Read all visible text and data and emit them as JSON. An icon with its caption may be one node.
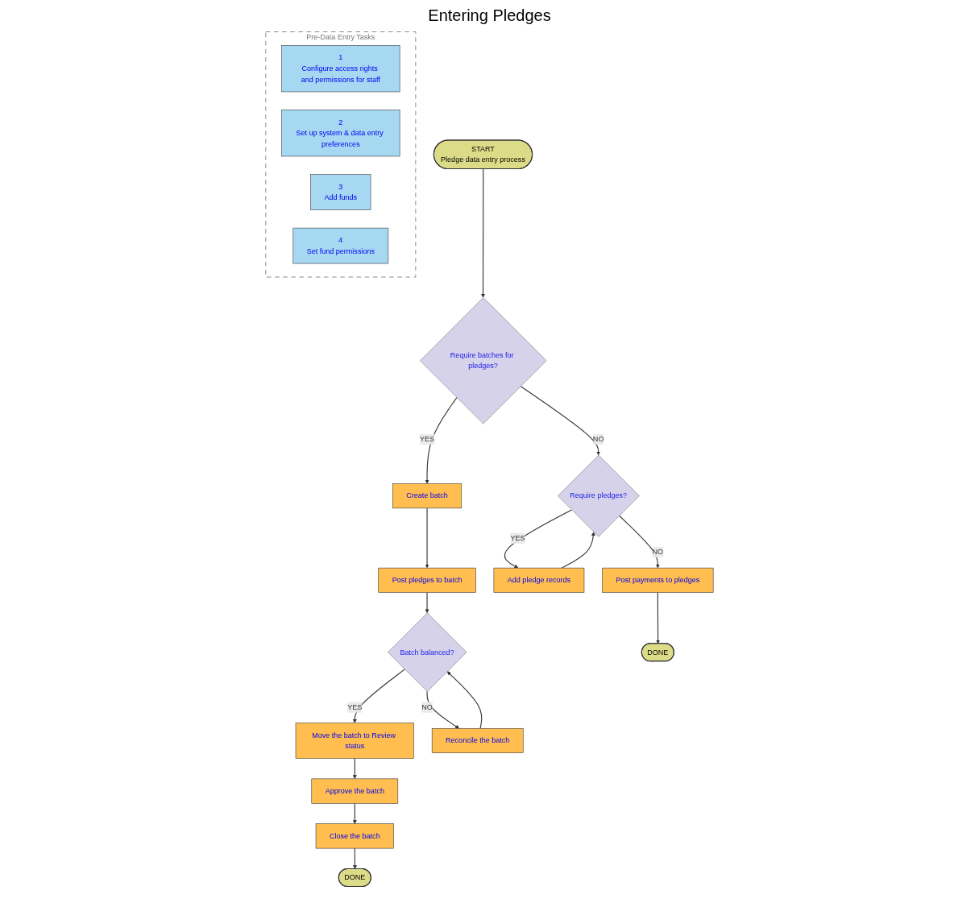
{
  "diagram": {
    "title": "Entering Pledges",
    "nodes": [
      {
        "text": [
          "Pre-Data Entry Tasks"
        ]
      },
      {
        "text": [
          "1",
          "Configure access rights and permissions for staff"
        ],
        "in": 0
      },
      {
        "text": [
          "2",
          "Set up system & data entry preferences"
        ],
        "in": 0
      },
      {
        "text": [
          "3",
          "Add funds"
        ],
        "in": 0
      },
      {
        "text": [
          "4",
          "Set fund permissions"
        ],
        "in": 0
      },
      {
        "text": [
          "START",
          "Pledge data entry process"
        ]
      },
      {
        "text": [
          "Require batches for pledges?"
        ]
      },
      {
        "text": [
          "Create batch"
        ]
      },
      {
        "text": [
          "Post pledges to batch"
        ]
      },
      {
        "text": [
          "Require pledges?"
        ]
      },
      {
        "text": [
          "Add pledge records"
        ]
      },
      {
        "text": [
          "Batch balanced?"
        ]
      },
      {
        "text": [
          "Move the batch to Review status"
        ]
      },
      {
        "text": [
          "Post payments to pledges"
        ]
      },
      {
        "text": [
          "Reconcile the batch"
        ]
      },
      {
        "text": [
          "Approve the batch"
        ]
      },
      {
        "text": [
          "DONE"
        ]
      },
      {
        "text": [
          "Close the batch"
        ]
      },
      {
        "text": [
          "DONE"
        ]
      }
    ],
    "edges": [
      {
        "from": 5,
        "to": 6,
        "arrow": "to"
      },
      {
        "from": 6,
        "to": 7,
        "arrow": "to",
        "label": "YES"
      },
      {
        "from": 6,
        "to": 9,
        "arrow": "to",
        "label": "NO"
      },
      {
        "from": 9,
        "to": 10,
        "arrow": "to",
        "label": "YES"
      },
      {
        "from": 10,
        "to": 9,
        "arrow": "to"
      },
      {
        "from": 9,
        "to": 13,
        "arrow": "to",
        "label": "NO"
      },
      {
        "from": 13,
        "to": 16,
        "arrow": "to"
      },
      {
        "from": 7,
        "to": 8,
        "arrow": "to"
      },
      {
        "from": 8,
        "to": 11,
        "arrow": "to"
      },
      {
        "from": 11,
        "to": 12,
        "arrow": "to",
        "label": "YES"
      },
      {
        "from": 11,
        "to": 14,
        "arrow": "to",
        "label": "NO"
      },
      {
        "from": 14,
        "to": 11,
        "arrow": "to"
      },
      {
        "from": 12,
        "to": 15,
        "arrow": "to"
      },
      {
        "from": 15,
        "to": 17,
        "arrow": "to"
      },
      {
        "from": 17,
        "to": 18,
        "arrow": "to"
      }
    ]
  }
}
